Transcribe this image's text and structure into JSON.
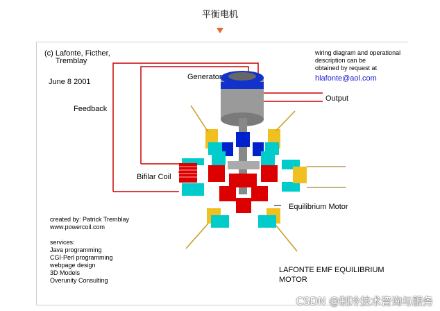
{
  "caption": "平衡电机",
  "credits": {
    "line1": "(c) Lafonte, Ficther,",
    "line2": "Tremblay"
  },
  "date": "June 8 2001",
  "labels": {
    "generator": "Generator",
    "feedback": "Feedback",
    "output": "Output",
    "bifilar_coil": "Bifilar Coil",
    "equilibrium_motor": "Equilibrium Motor"
  },
  "info": {
    "line1": "wiring diagram and operational",
    "line2": "description can be",
    "line3": "obtained by request at",
    "email": "hlafonte@aol.com"
  },
  "created": {
    "line1": "created by: Patrick Tremblay",
    "line2": "www.powercoil.com"
  },
  "services": {
    "heading": "services:",
    "items": [
      "Java programming",
      "CGI-Perl programming",
      "webpage design",
      "3D Models",
      "Overunity Consulting"
    ]
  },
  "title": {
    "line1": "LAFONTE EMF EQUILIBRIUM",
    "line2": "MOTOR"
  },
  "watermark": "CSDN @制冷技术咨询与服务",
  "colors": {
    "wire": "#cc0000",
    "cyan": "#00cccc",
    "blue": "#0022cc",
    "red": "#dd0000",
    "coil": "#f0c020",
    "accent": "#e8692b"
  }
}
